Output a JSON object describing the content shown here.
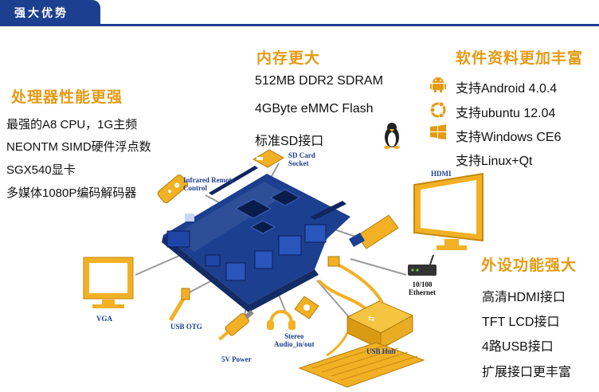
{
  "header": {
    "title": "强大优势"
  },
  "left_panel": {
    "heading": "处理器性能更强",
    "items": [
      "最强的A8 CPU，1G主频",
      "NEONTM SIMD硬件浮点数",
      "SGX540显卡",
      "多媒体1080P编码解码器"
    ]
  },
  "memory_panel": {
    "heading": "内存更大",
    "items": [
      "512MB DDR2 SDRAM",
      "4GByte eMMC Flash",
      "标准SD接口"
    ]
  },
  "software_panel": {
    "heading": "软件资料更加丰富",
    "items": [
      {
        "label": "支持Android 4.0.4",
        "icon": "android-icon"
      },
      {
        "label": "支持ubuntu 12.04",
        "icon": "ubuntu-icon"
      },
      {
        "label": "支持Windows CE6",
        "icon": "windows-icon"
      },
      {
        "label": "支持Linux+Qt",
        "icon": ""
      }
    ]
  },
  "peripheral_panel": {
    "heading": "外设功能强大",
    "items": [
      "高清HDMI接口",
      "TFT LCD接口",
      "4路USB接口",
      "扩展接口更丰富"
    ]
  },
  "diagram_labels": {
    "sd_card": "SD Card",
    "sd_socket": "Socket",
    "ir_line1": "Infrared Remote",
    "ir_line2": "Control",
    "hdmi": "HDMI",
    "vga": "VGA",
    "usb_otg": "USB OTG",
    "ethernet_line1": "10/100",
    "ethernet_line2": "Ethernet",
    "stereo_line1": "Stereo",
    "stereo_line2": "Audio_in/out",
    "power": "5V Power",
    "usb_hub": "USB Hub"
  },
  "colors": {
    "brand_blue": "#1d3f8f",
    "accent_orange": "#e59a12",
    "device_gold": "#f2b024"
  }
}
